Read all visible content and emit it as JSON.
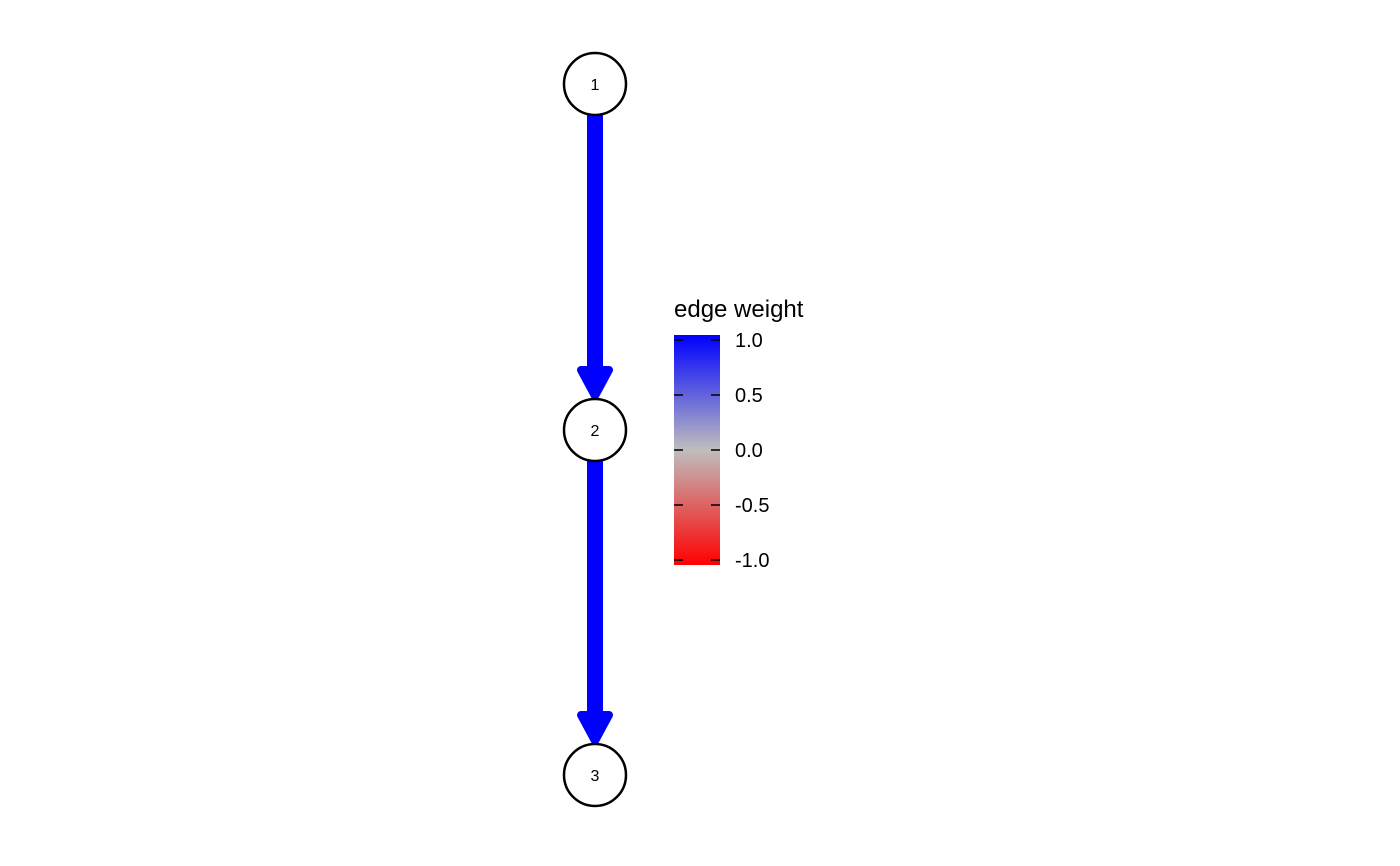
{
  "graph": {
    "nodes": [
      {
        "id": "1",
        "label": "1"
      },
      {
        "id": "2",
        "label": "2"
      },
      {
        "id": "3",
        "label": "3"
      }
    ],
    "edges": [
      {
        "from": "1",
        "to": "2",
        "weight": 1.0
      },
      {
        "from": "2",
        "to": "3",
        "weight": 1.0
      }
    ]
  },
  "legend": {
    "title": "edge weight",
    "scale": {
      "min": -1.0,
      "mid": 0.0,
      "max": 1.0
    },
    "colors": {
      "low": "#ff0000",
      "mid": "#bebebe",
      "high": "#0000ff"
    },
    "ticks": [
      {
        "value": 1.0,
        "label": "1.0"
      },
      {
        "value": 0.5,
        "label": "0.5"
      },
      {
        "value": 0.0,
        "label": "0.0"
      },
      {
        "value": -0.5,
        "label": "-0.5"
      },
      {
        "value": -1.0,
        "label": "-1.0"
      }
    ]
  }
}
